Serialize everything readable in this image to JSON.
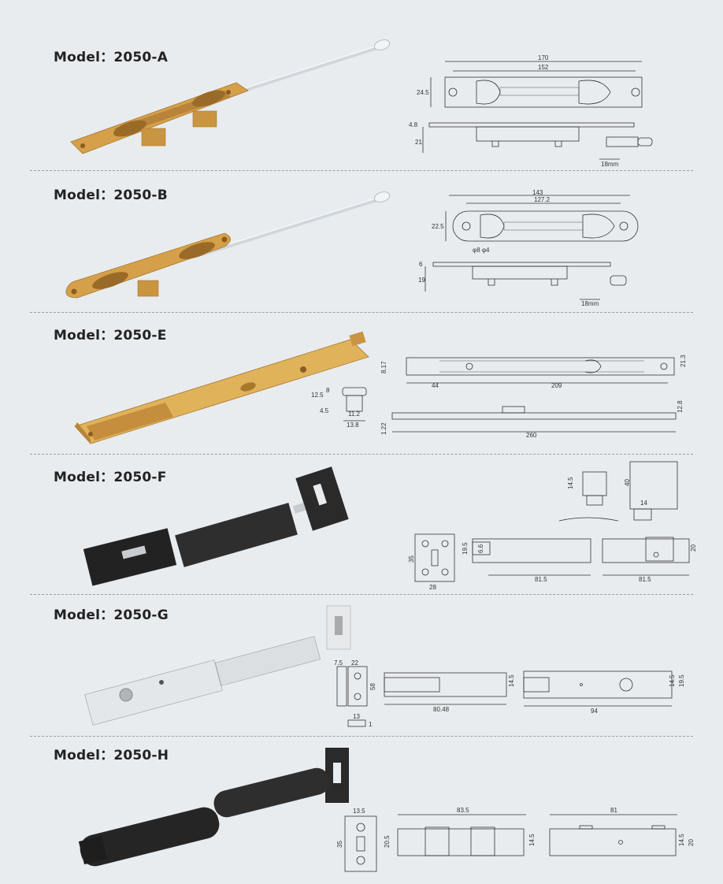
{
  "sections": [
    {
      "title": "Model：2050-A",
      "dims": {
        "d1": "170",
        "d2": "152",
        "d3": "24.5",
        "d4": "4.8",
        "d5": "21",
        "d6": "18mm"
      }
    },
    {
      "title": "Model：2050-B",
      "dims": {
        "d1": "143",
        "d2": "127.2",
        "d3": "22.5",
        "d4": "φ8 φ4",
        "d5": "6",
        "d6": "19",
        "d7": "18mm"
      }
    },
    {
      "title": "Model：2050-E",
      "dims": {
        "d1": "8.17",
        "d2": "44",
        "d3": "209",
        "d4": "21.3",
        "d5": "12.5",
        "d6": "8",
        "d7": "11.2",
        "d8": "4.5",
        "d9": "13.8",
        "d10": "12.8",
        "d11": "1.22",
        "d12": "260"
      }
    },
    {
      "title": "Model：2050-F",
      "dims": {
        "d1": "14.5",
        "d2": "40",
        "d3": "14",
        "d4": "35",
        "d5": "28",
        "d6": "19.5",
        "d7": "6.6",
        "d8": "81.5",
        "d9": "20",
        "d10": "81.5"
      }
    },
    {
      "title": "Model：2050-G",
      "dims": {
        "d1": "7.5",
        "d2": "22",
        "d3": "58",
        "d4": "13",
        "d5": "1",
        "d6": "14.5",
        "d7": "80.48",
        "d8": "19.5",
        "d9": "14.5",
        "d10": "94"
      }
    },
    {
      "title": "Model：2050-H",
      "dims": {
        "d1": "13.5",
        "d2": "35",
        "d3": "83.5",
        "d4": "20.5",
        "d5": "14.5",
        "d6": "81",
        "d7": "14.5",
        "d8": "20"
      }
    }
  ],
  "colors": {
    "gold": "#d4a24c",
    "gold_dark": "#a8772c",
    "black": "#2a2a2a",
    "silver": "#d9dcdf"
  }
}
